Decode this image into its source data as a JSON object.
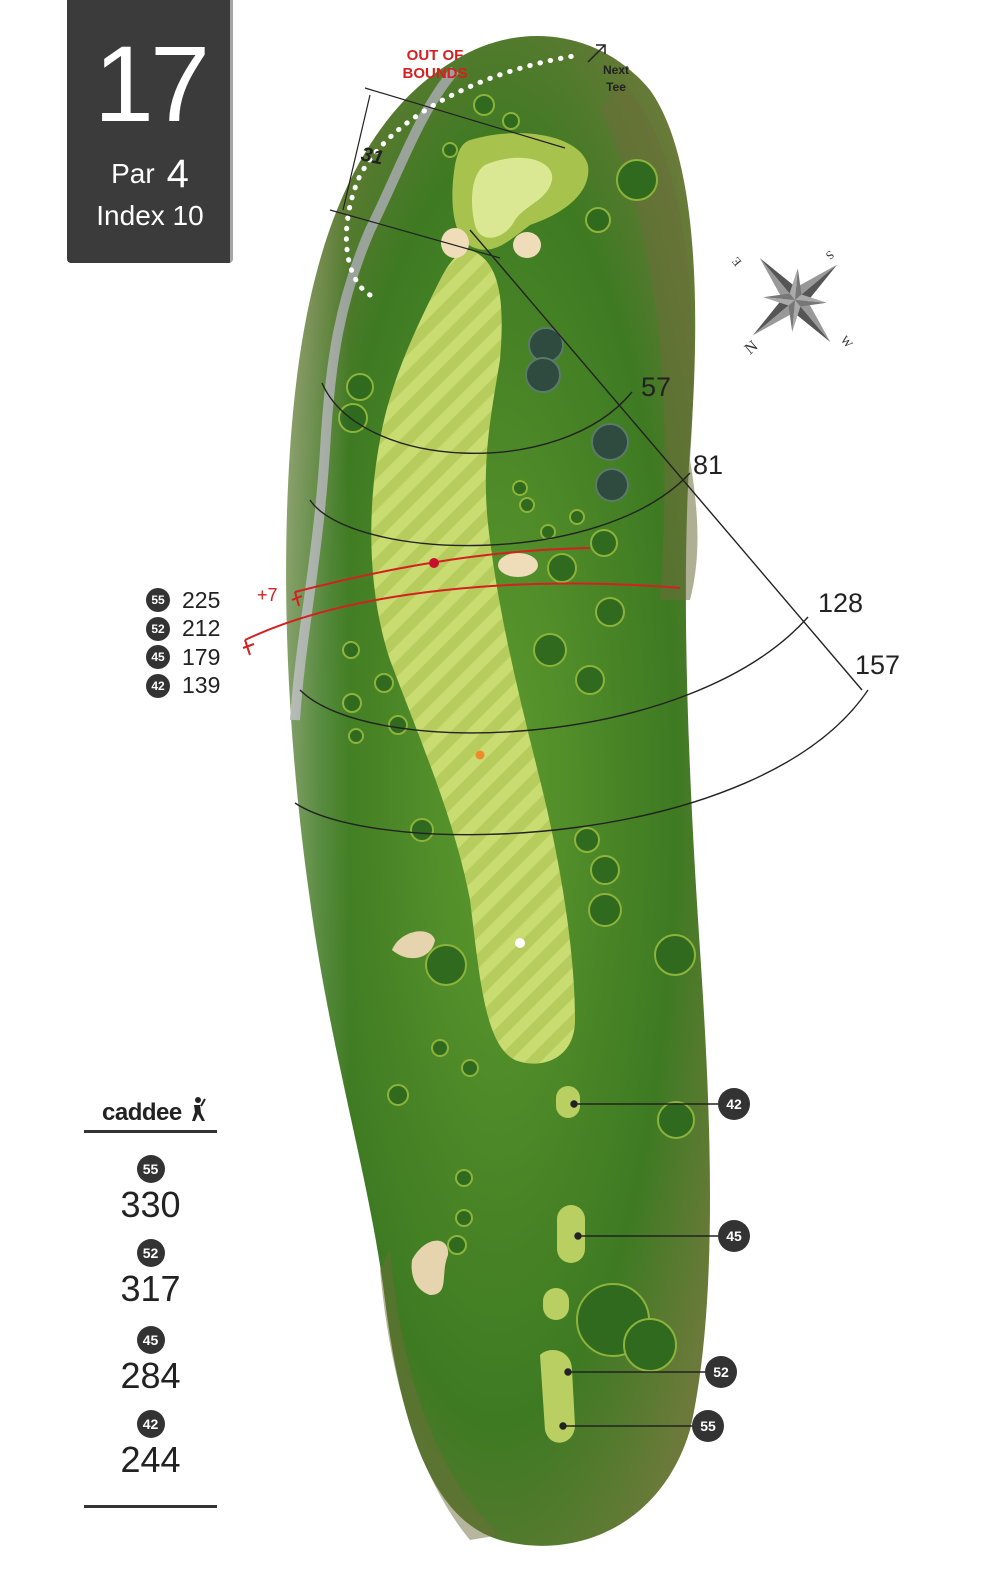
{
  "hole": {
    "number": "17",
    "par_label": "Par",
    "par": "4",
    "index_label": "Index 10"
  },
  "out_of_bounds": [
    "OUT OF",
    "BOUNDS"
  ],
  "next_tee": [
    "Next",
    "Tee"
  ],
  "green_depth": "31",
  "compass": {
    "n": "N",
    "e": "E",
    "s": "S",
    "w": "W"
  },
  "arc_distances": [
    "57",
    "81",
    "128",
    "157"
  ],
  "hazard_carry": "+7",
  "tee_carries": [
    {
      "tee": "55",
      "value": "225"
    },
    {
      "tee": "52",
      "value": "212"
    },
    {
      "tee": "45",
      "value": "179"
    },
    {
      "tee": "42",
      "value": "139"
    }
  ],
  "tee_markers": [
    "42",
    "45",
    "52",
    "55"
  ],
  "brand": "caddee",
  "tee_totals": [
    {
      "tee": "55",
      "value": "330"
    },
    {
      "tee": "52",
      "value": "317"
    },
    {
      "tee": "45",
      "value": "284"
    },
    {
      "tee": "42",
      "value": "244"
    }
  ],
  "colors": {
    "panel": "#3b3b3b",
    "hazard_red": "#d42020",
    "fairway": "#c5d86a",
    "rough": "#4f8a2a"
  }
}
